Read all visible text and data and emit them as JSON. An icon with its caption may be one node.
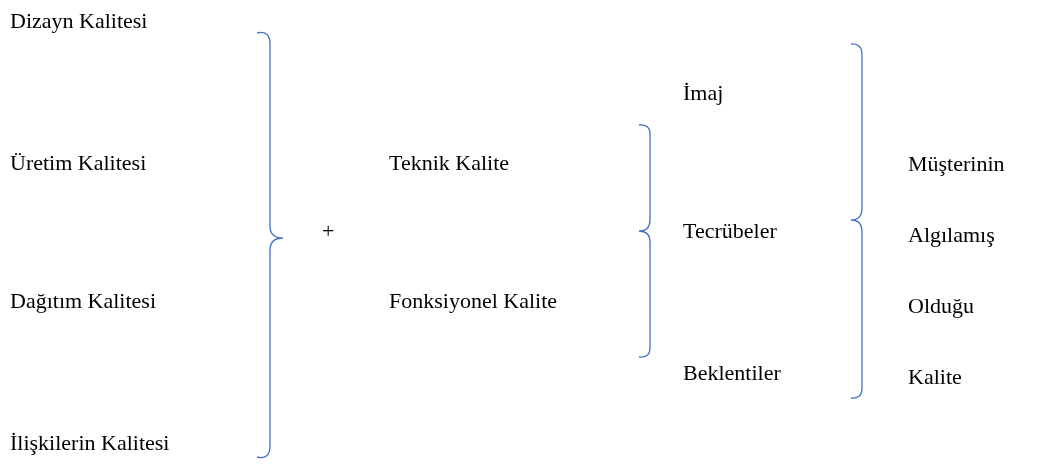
{
  "diagram": {
    "labels": [
      "Dizayn Kalitesi",
      "İmaj",
      "Üretim Kalitesi",
      "Teknik Kalite",
      "Müşterinin Algılamış Olduğu Kalite",
      "+",
      "Tecrübeler",
      "Dağıtım Kalitesi",
      "Fonksiyonel Kalite",
      "Beklentiler",
      "İlişkilerin Kalitesi"
    ]
  }
}
